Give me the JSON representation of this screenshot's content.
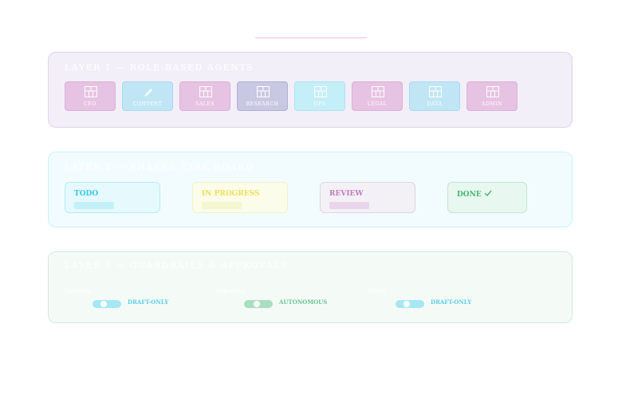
{
  "colors": {
    "pink": "#e6c3e2",
    "blue": "#c0e6f6",
    "lavender": "#c9c8e3",
    "cyan": "#c4eef8",
    "todo": "#35c9e8",
    "inprogress": "#efe05a",
    "review": "#c27ab9",
    "done": "#43b873"
  },
  "layer1": {
    "title": "Layer 1 — Role-Based Agents",
    "agents": [
      {
        "label": "CEO",
        "icon": "grid-icon",
        "color": "pink"
      },
      {
        "label": "Content",
        "icon": "pencil-icon",
        "color": "blue"
      },
      {
        "label": "Sales",
        "icon": "grid-icon",
        "color": "pink"
      },
      {
        "label": "Research",
        "icon": "grid-icon",
        "color": "lavender"
      },
      {
        "label": "Ops",
        "icon": "grid-icon",
        "color": "cyan"
      },
      {
        "label": "Legal",
        "icon": "grid-icon",
        "color": "pink"
      },
      {
        "label": "Data",
        "icon": "grid-icon",
        "color": "blue"
      },
      {
        "label": "Admin",
        "icon": "grid-icon",
        "color": "pink"
      }
    ]
  },
  "layer2": {
    "title": "Layer 2 — Shared Task Board",
    "stages": [
      {
        "label": "TODO",
        "check": false
      },
      {
        "label": "IN PROGRESS",
        "check": false
      },
      {
        "label": "REVIEW",
        "check": false
      },
      {
        "label": "DONE",
        "check": true
      }
    ]
  },
  "layer3": {
    "title": "Layer 3 — Guardrails & Approvals",
    "toggles": [
      {
        "label": "Outreach",
        "mode": "DRAFT-ONLY",
        "autonomous": false
      },
      {
        "label": "Reporting",
        "mode": "AUTONOMOUS",
        "autonomous": true
      },
      {
        "label": "Billing",
        "mode": "DRAFT-ONLY",
        "autonomous": false
      }
    ]
  }
}
